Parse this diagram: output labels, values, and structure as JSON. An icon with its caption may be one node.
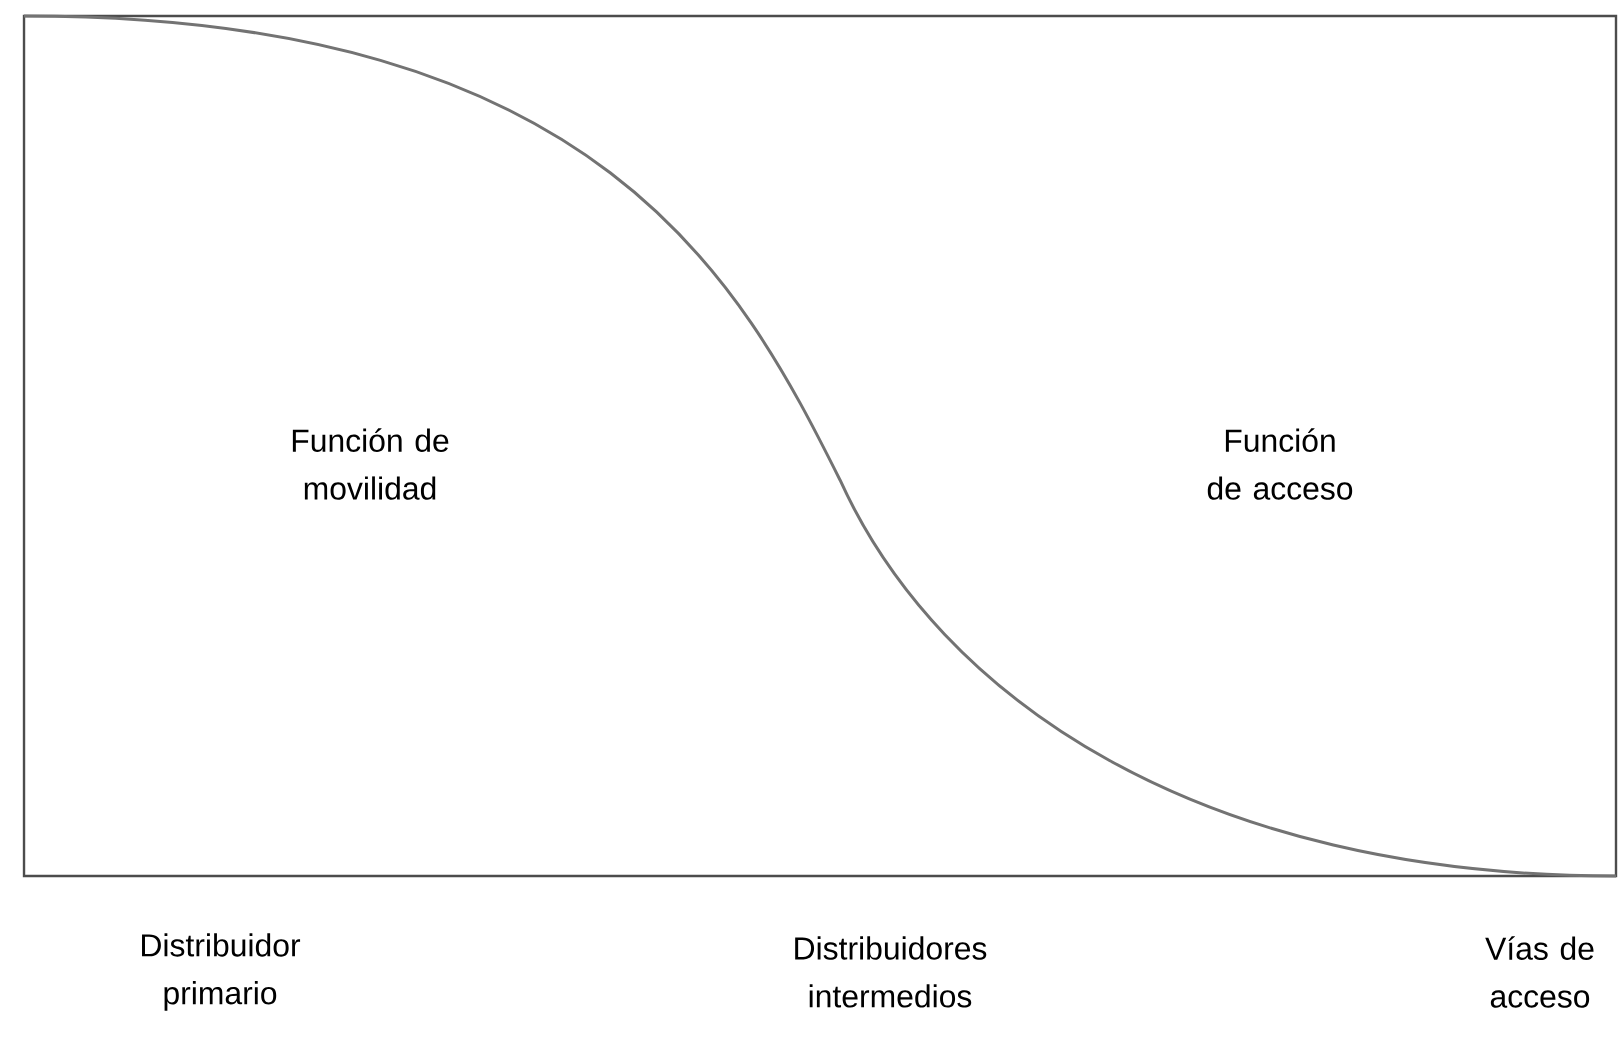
{
  "diagram": {
    "labels": [
      "Función de movilidad",
      "Función de acceso",
      "Distribuidor primario",
      "Distribuidores intermedios",
      "Vías de acceso"
    ]
  }
}
